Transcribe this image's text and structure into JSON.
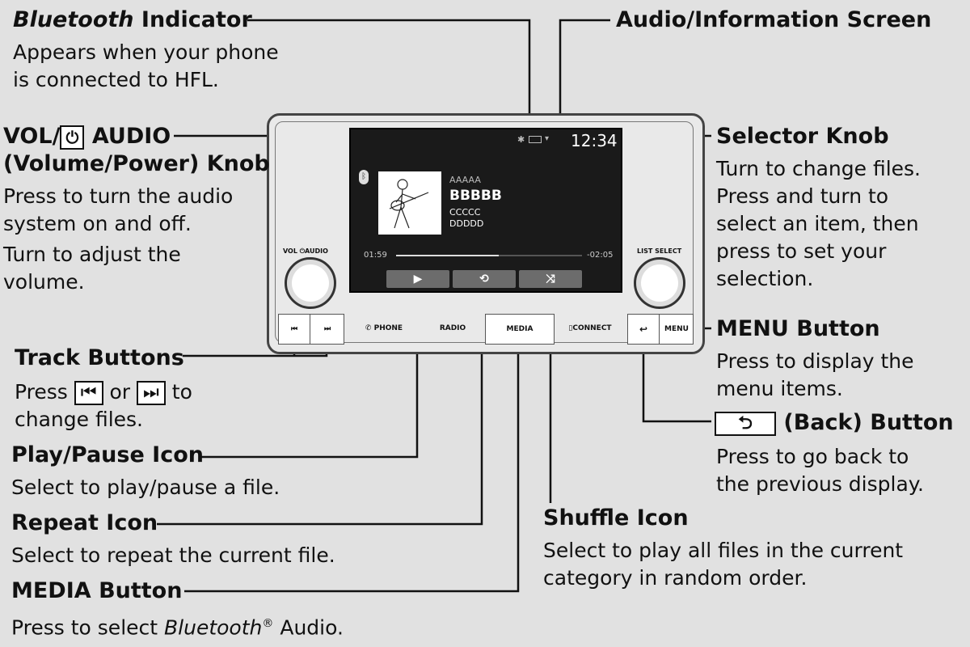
{
  "labels": {
    "bt_title_italic": "Bluetooth",
    "bt_title_rest": " Indicator",
    "bt_desc_1": "Appears when your phone",
    "bt_desc_2": "is connected to HFL.",
    "audio_screen_title": "Audio/Information Screen",
    "vol_title_a": "VOL/",
    "vol_title_b": " AUDIO",
    "vol_title_2": "(Volume/Power) Knob",
    "vol_desc_1": "Press to turn the audio",
    "vol_desc_2": "system on and off.",
    "vol_desc_3": "Turn to adjust the",
    "vol_desc_4": "volume.",
    "selector_title": "Selector Knob",
    "selector_desc_1": "Turn to change files.",
    "selector_desc_2": "Press and turn to",
    "selector_desc_3": "select an item, then",
    "selector_desc_4": "press to set your",
    "selector_desc_5": "selection.",
    "menu_title": "MENU Button",
    "menu_desc_1": "Press to display the",
    "menu_desc_2": "menu items.",
    "back_title": " (Back) Button",
    "back_desc_1": "Press to go back to",
    "back_desc_2": "the previous display.",
    "track_title": "Track Buttons",
    "track_desc_press": "Press ",
    "track_desc_or": " or ",
    "track_desc_to": " to",
    "track_desc_2": "change files.",
    "play_title": "Play/Pause Icon",
    "play_desc": "Select to play/pause a file.",
    "repeat_title": "Repeat Icon",
    "repeat_desc": "Select to repeat the current file.",
    "shuffle_title": "Shuffle Icon",
    "shuffle_desc_1": "Select to play all files in the current",
    "shuffle_desc_2": "category in random order.",
    "media_title": "MEDIA Button",
    "media_desc_a": "Press to select ",
    "media_desc_italic": "Bluetooth",
    "media_desc_reg": "®",
    "media_desc_b": " Audio."
  },
  "device": {
    "clock": "12:34",
    "track_line1": "AAAAA",
    "track_line2": "BBBBB",
    "track_line3": "CCCCC",
    "track_line4": "DDDDD",
    "elapsed": "01:59",
    "remaining": "-02:05",
    "progress": 0.55,
    "vol_label": "VOL  ⏻AUDIO",
    "list_select_label": "LIST   SELECT",
    "buttons": {
      "prev": "⏮",
      "next": "⏭",
      "phone": "PHONE",
      "radio": "RADIO",
      "media": "MEDIA",
      "connect": "CONNECT",
      "back": "↩",
      "menu": "MENU"
    },
    "screen_buttons": {
      "play": "▶",
      "repeat": "⟲",
      "shuffle": "⤨"
    }
  },
  "icons": {
    "power": "power-icon",
    "prev": "skip-back-icon",
    "next": "skip-forward-icon",
    "back": "back-arrow-icon",
    "bluetooth": "bluetooth-icon",
    "phone": "phone-icon",
    "connect": "smartphone-icon"
  }
}
